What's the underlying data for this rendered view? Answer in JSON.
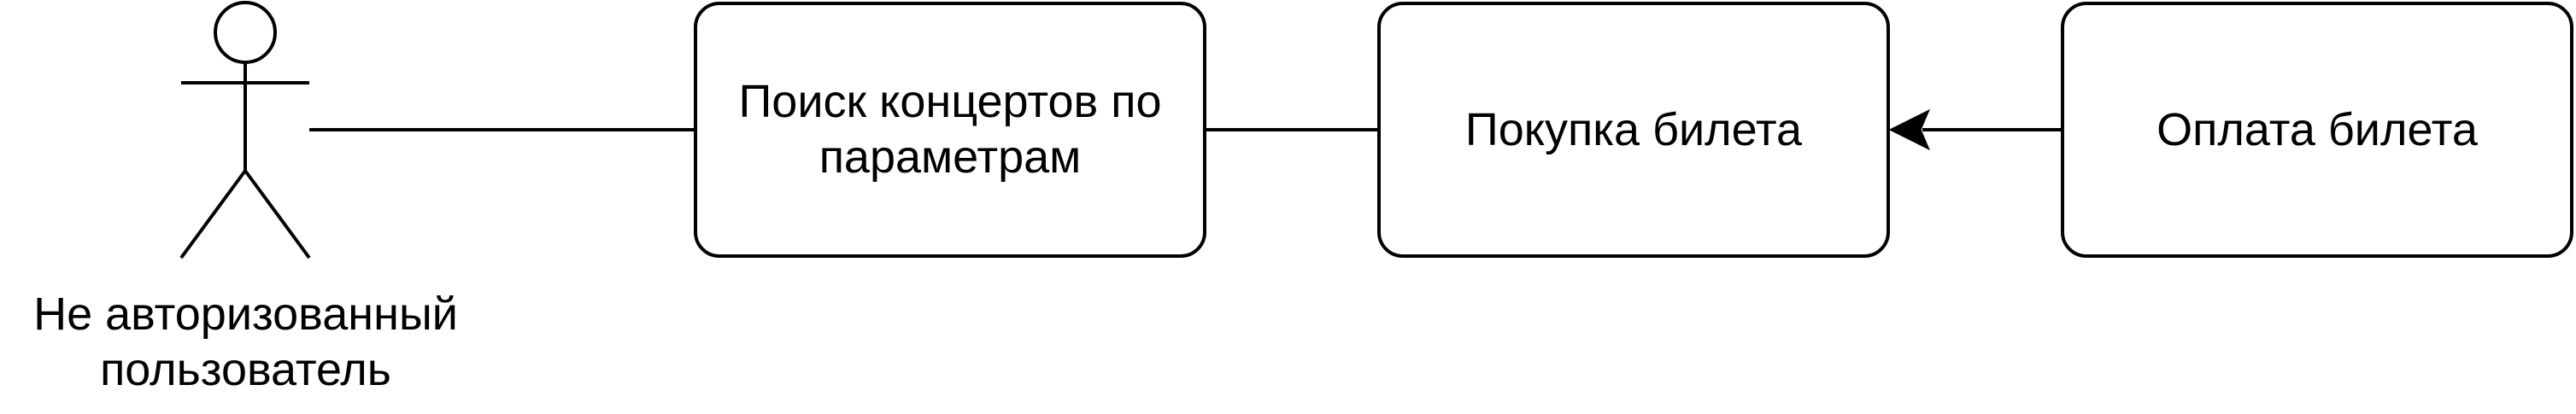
{
  "diagram": {
    "actor": {
      "label": "Не авторизованный пользователь"
    },
    "nodes": {
      "search": "Поиск концертов по параметрам",
      "purchase": "Покупка билета",
      "payment": "Оплата билета"
    }
  },
  "colors": {
    "stroke": "#000000",
    "fill": "#ffffff"
  }
}
